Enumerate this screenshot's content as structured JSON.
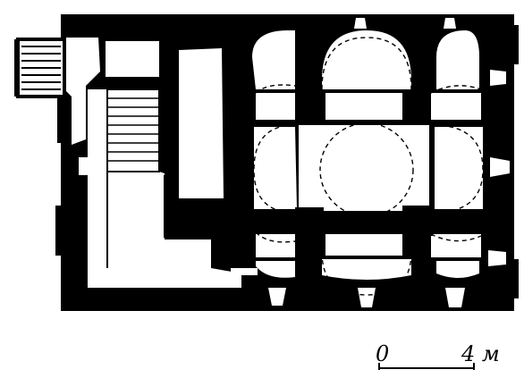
{
  "diagram": {
    "kind": "architectural floor plan (church)",
    "colors": {
      "wall": "#000000",
      "background": "#ffffff",
      "dashed_lines": "#000000"
    },
    "scale_bar": {
      "start_label": "0",
      "end_label": "4 м"
    }
  }
}
